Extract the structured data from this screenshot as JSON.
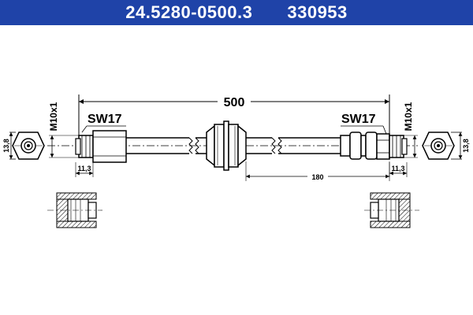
{
  "header": {
    "part_number": "24.5280-0500.3",
    "ref_number": "330953",
    "bg_color": "#1f43a8",
    "text_color": "#ffffff"
  },
  "dimensions": {
    "overall_length": "500",
    "segment_length": "180",
    "thread_left": "M10x1",
    "thread_right": "M10x1",
    "spanner_left": "SW17",
    "spanner_right": "SW17",
    "fitting_left": "11,3",
    "fitting_right": "11,3",
    "hex_left": "13,8",
    "hex_right": "13,8"
  }
}
